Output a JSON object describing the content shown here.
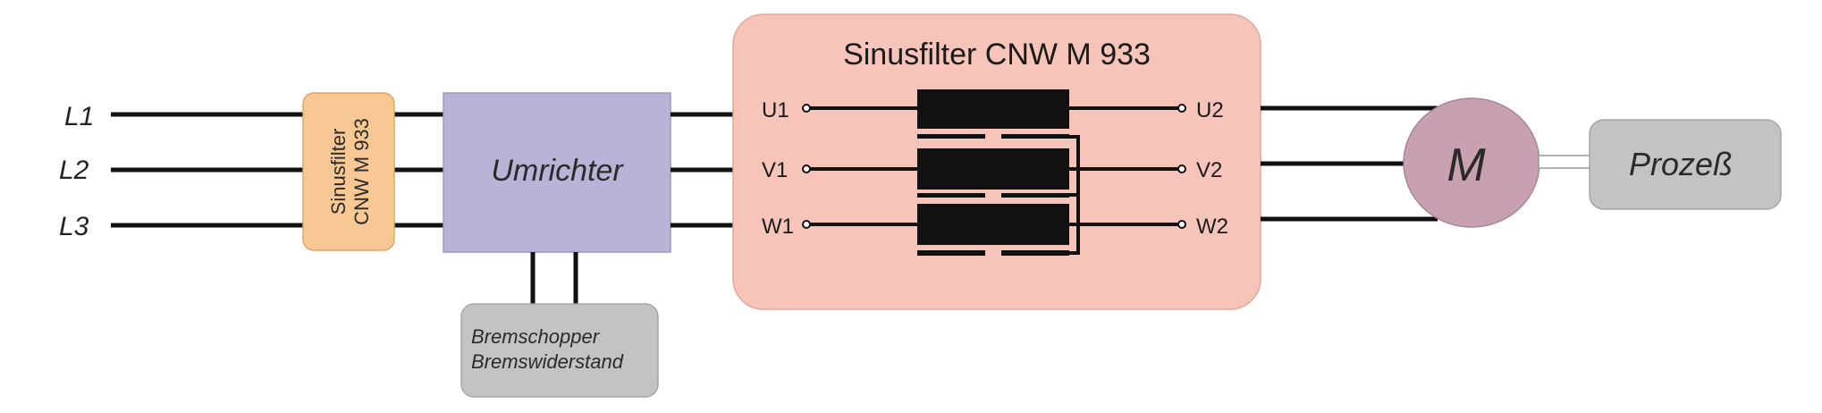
{
  "phases": [
    "L1",
    "L2",
    "L3"
  ],
  "input_filter": {
    "line1": "Sinusfilter",
    "line2": "CNW M 933"
  },
  "converter": {
    "label": "Umrichter"
  },
  "brake": {
    "line1": "Bremschopper",
    "line2": "Bremswiderstand"
  },
  "sine_filter": {
    "title": "Sinusfilter CNW M 933",
    "inputs": [
      "U1",
      "V1",
      "W1"
    ],
    "outputs": [
      "U2",
      "V2",
      "W2"
    ]
  },
  "motor": {
    "label": "M"
  },
  "process": {
    "label": "Prozeß"
  },
  "colors": {
    "input_filter": "#f7c893",
    "converter": "#b8b4d8",
    "brake": "#c3c3c3",
    "sine_filter": "#f6c4b8",
    "motor": "#c7a1b1",
    "process": "#c3c3c3",
    "wire": "#111111"
  }
}
